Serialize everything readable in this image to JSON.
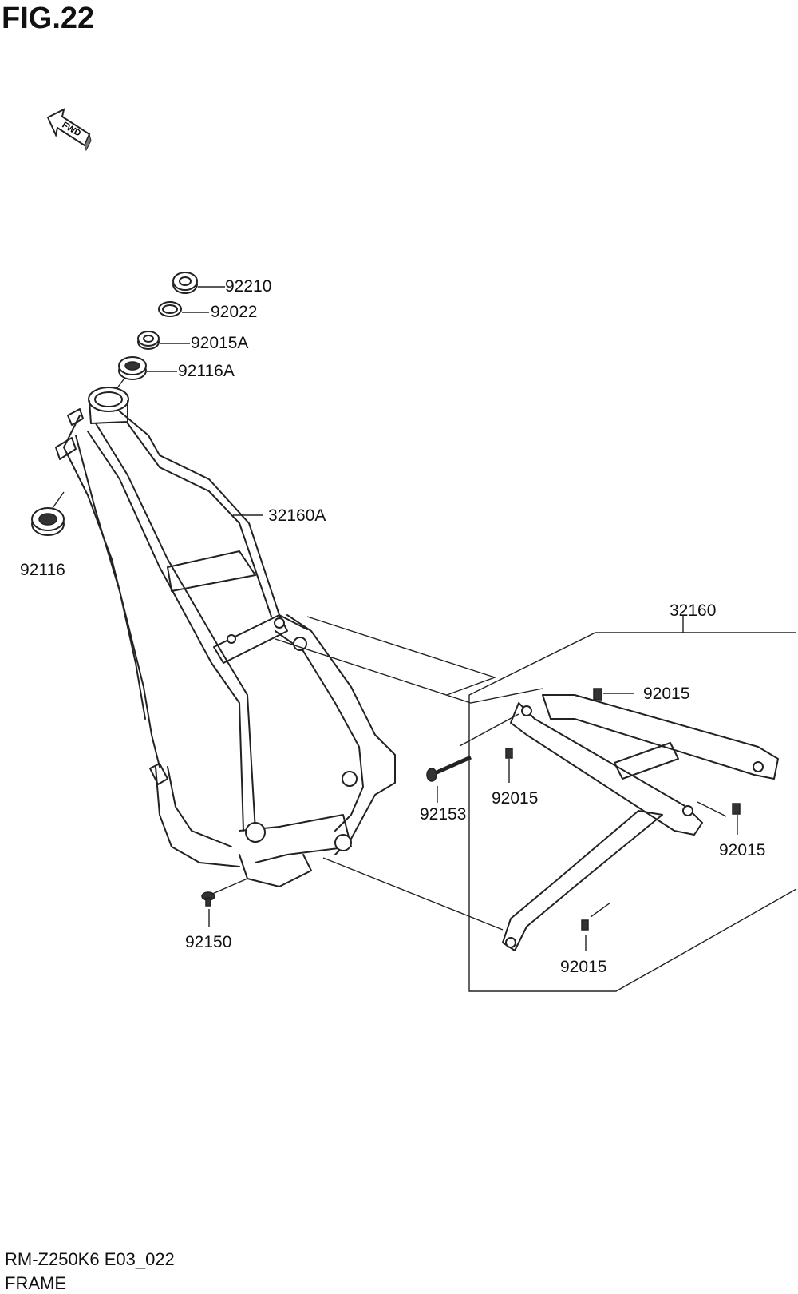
{
  "figure": {
    "title": "FIG.22",
    "code": "RM-Z250K6 E03_022",
    "name": "FRAME"
  },
  "fwd_arrow": {
    "label": "FWD",
    "icon": "fwd-arrow-icon"
  },
  "callouts": {
    "p92210": "92210",
    "p92022": "92022",
    "p92015A": "92015A",
    "p92116A": "92116A",
    "p32160A": "32160A",
    "p92116": "92116",
    "p32160": "32160",
    "p92015_top": "92015",
    "p92153": "92153",
    "p92015_mid": "92015",
    "p92015_right": "92015",
    "p92150": "92150",
    "p92015_bottom": "92015"
  }
}
